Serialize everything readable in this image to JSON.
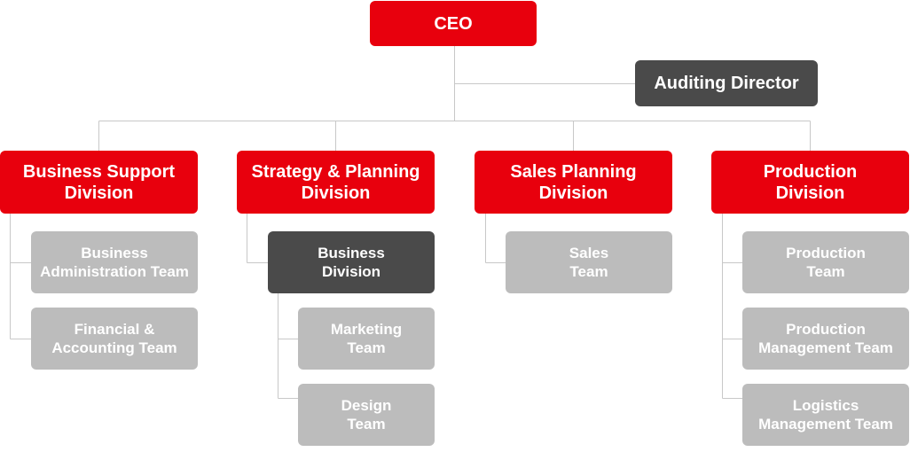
{
  "ceo": {
    "label": "CEO"
  },
  "auditing_director": {
    "label": "Auditing Director"
  },
  "divisions": [
    {
      "label": "Business Support\nDivision",
      "teams": [
        {
          "label": "Business\nAdministration Team"
        },
        {
          "label": "Financial &\nAccounting Team"
        }
      ]
    },
    {
      "label": "Strategy & Planning\nDivision",
      "sub_division": {
        "label": "Business\nDivision",
        "teams": [
          {
            "label": "Marketing\nTeam"
          },
          {
            "label": "Design\nTeam"
          }
        ]
      }
    },
    {
      "label": "Sales Planning\nDivision",
      "teams": [
        {
          "label": "Sales\nTeam"
        }
      ]
    },
    {
      "label": "Production\nDivision",
      "teams": [
        {
          "label": "Production\nTeam"
        },
        {
          "label": "Production\nManagement Team"
        },
        {
          "label": "Logistics\nManagement Team"
        }
      ]
    }
  ],
  "colors": {
    "primary_red": "#e8000d",
    "dark_grey": "#4a4a4a",
    "team_grey": "#bcbcbc",
    "connector": "#c8c8c8"
  }
}
